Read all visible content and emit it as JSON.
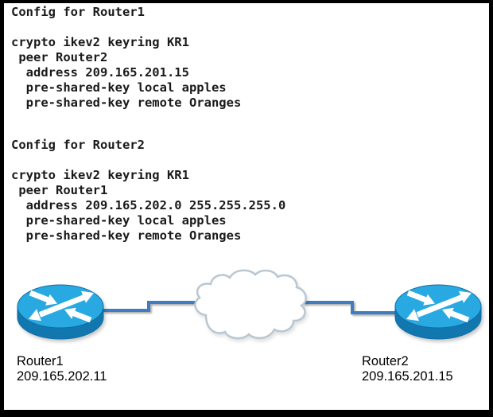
{
  "colors": {
    "frame": "#000000",
    "text": "#1a1a1a",
    "router-top": "#29a9e1",
    "router-body": "#1277ae",
    "router-outline": "#0e6ea6",
    "link": "#3f7cc1",
    "cloud-fill": "#ffffff",
    "cloud-stroke": "#b9c7d2"
  },
  "icons": {
    "router1": "router-icon",
    "router2": "router-icon",
    "cloud": "cloud-icon",
    "link": "network-link-line"
  },
  "configs": [
    {
      "id": "router1",
      "lines": [
        "Config for Router1",
        "",
        "crypto ikev2 keyring KR1",
        " peer Router2",
        "  address 209.165.201.15",
        "  pre-shared-key local apples",
        "  pre-shared-key remote Oranges"
      ]
    },
    {
      "id": "router2",
      "lines": [
        "Config for Router2",
        "",
        "crypto ikev2 keyring KR1",
        " peer Router1",
        "  address 209.165.202.0 255.255.255.0",
        "  pre-shared-key local apples",
        "  pre-shared-key remote Oranges"
      ]
    }
  ],
  "topology": {
    "router1": {
      "label": "Router1",
      "ip": "209.165.202.11"
    },
    "router2": {
      "label": "Router2",
      "ip": "209.165.201.15"
    }
  }
}
